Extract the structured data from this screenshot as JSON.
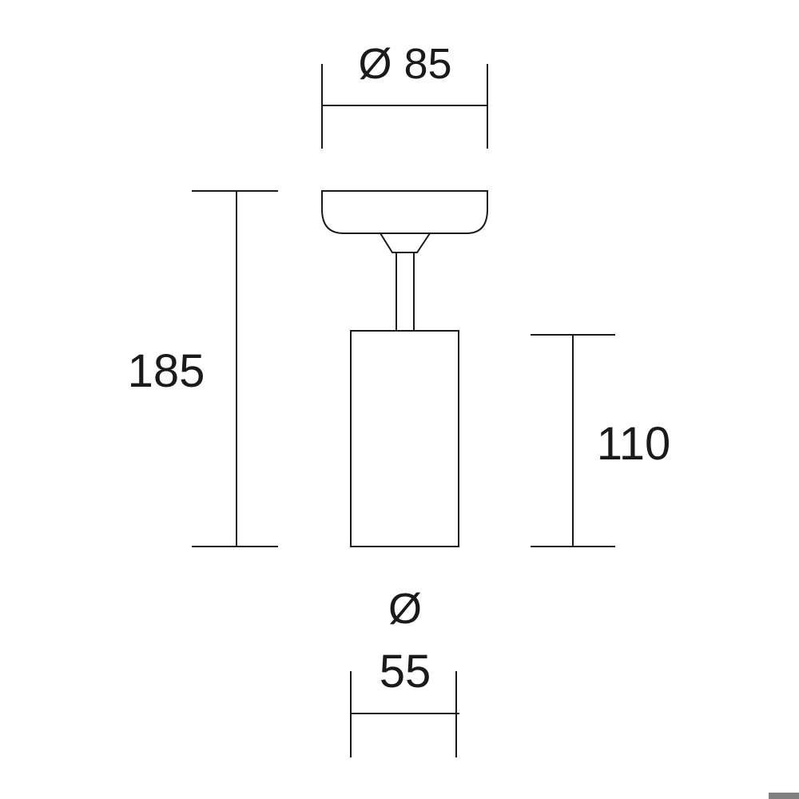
{
  "dimensions": {
    "canopy_diameter": "Ø 85",
    "total_height": "185",
    "body_height": "110",
    "body_diameter_symbol": "Ø",
    "body_diameter_value": "55"
  },
  "colors": {
    "line": "#1a1a1a",
    "background": "#ffffff",
    "corner_mark": "#808080"
  }
}
